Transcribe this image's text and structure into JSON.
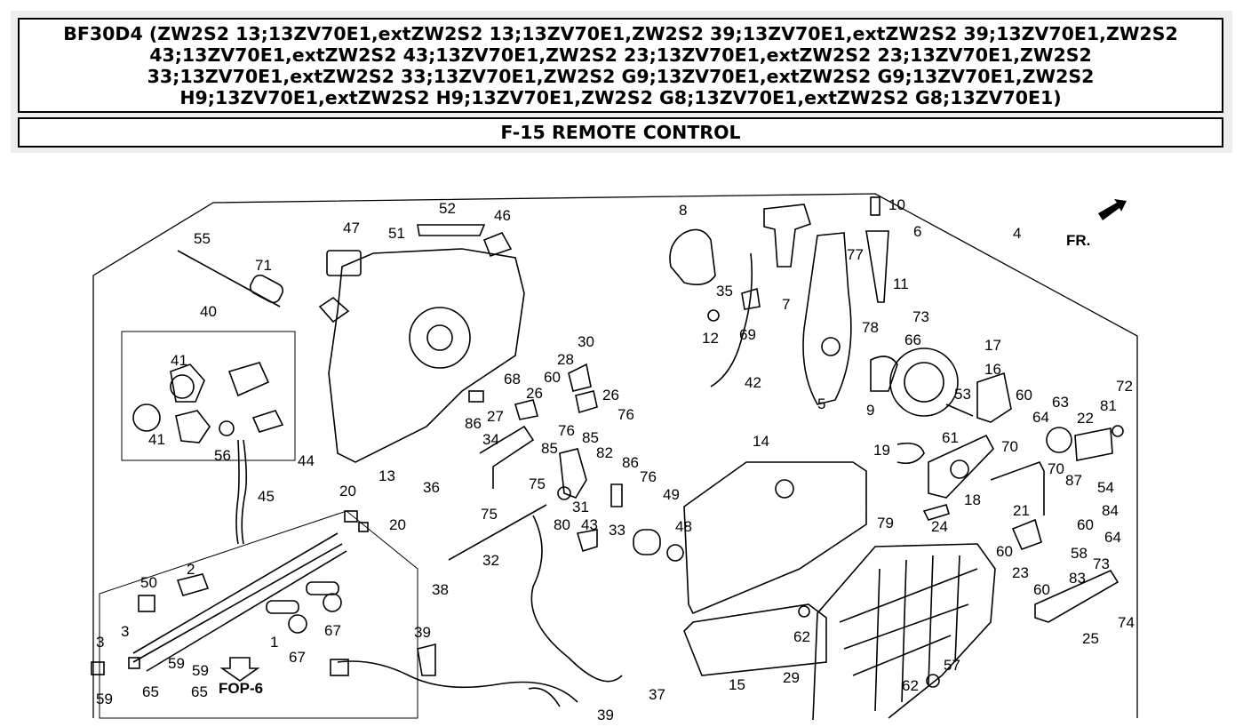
{
  "header": {
    "title": "BF30D4 (ZW2S2 13;13ZV70E1,extZW2S2 13;13ZV70E1,ZW2S2 39;13ZV70E1,extZW2S2 39;13ZV70E1,ZW2S2 43;13ZV70E1,extZW2S2 43;13ZV70E1,ZW2S2 23;13ZV70E1,extZW2S2 23;13ZV70E1,ZW2S2 33;13ZV70E1,extZW2S2 33;13ZV70E1,ZW2S2 G9;13ZV70E1,extZW2S2 G9;13ZV70E1,ZW2S2 H9;13ZV70E1,extZW2S2 H9;13ZV70E1,ZW2S2 G8;13ZV70E1,extZW2S2 G8;13ZV70E1)",
    "section": "F-15 REMOTE CONTROL"
  },
  "diagram": {
    "direction_label": "FR.",
    "reference_label": "FOP-6",
    "part_labels": [
      "55",
      "71",
      "47",
      "51",
      "52",
      "46",
      "40",
      "41",
      "41",
      "56",
      "44",
      "45",
      "13",
      "36",
      "20",
      "20",
      "2",
      "50",
      "3",
      "3",
      "59",
      "59",
      "59",
      "65",
      "65",
      "1",
      "67",
      "67",
      "38",
      "39",
      "37",
      "39",
      "8",
      "7",
      "35",
      "69",
      "12",
      "42",
      "10",
      "6",
      "77",
      "11",
      "73",
      "78",
      "66",
      "9",
      "5",
      "4",
      "30",
      "28",
      "60",
      "26",
      "26",
      "68",
      "27",
      "86",
      "76",
      "76",
      "34",
      "85",
      "85",
      "82",
      "75",
      "75",
      "31",
      "80",
      "32",
      "43",
      "33",
      "86",
      "76",
      "49",
      "48",
      "14",
      "79",
      "15",
      "62",
      "29",
      "62",
      "57",
      "16",
      "17",
      "53",
      "61",
      "60",
      "64",
      "63",
      "22",
      "81",
      "72",
      "19",
      "70",
      "70",
      "87",
      "54",
      "18",
      "21",
      "84",
      "24",
      "60",
      "64",
      "60",
      "58",
      "73",
      "23",
      "60",
      "83",
      "74",
      "25"
    ]
  }
}
